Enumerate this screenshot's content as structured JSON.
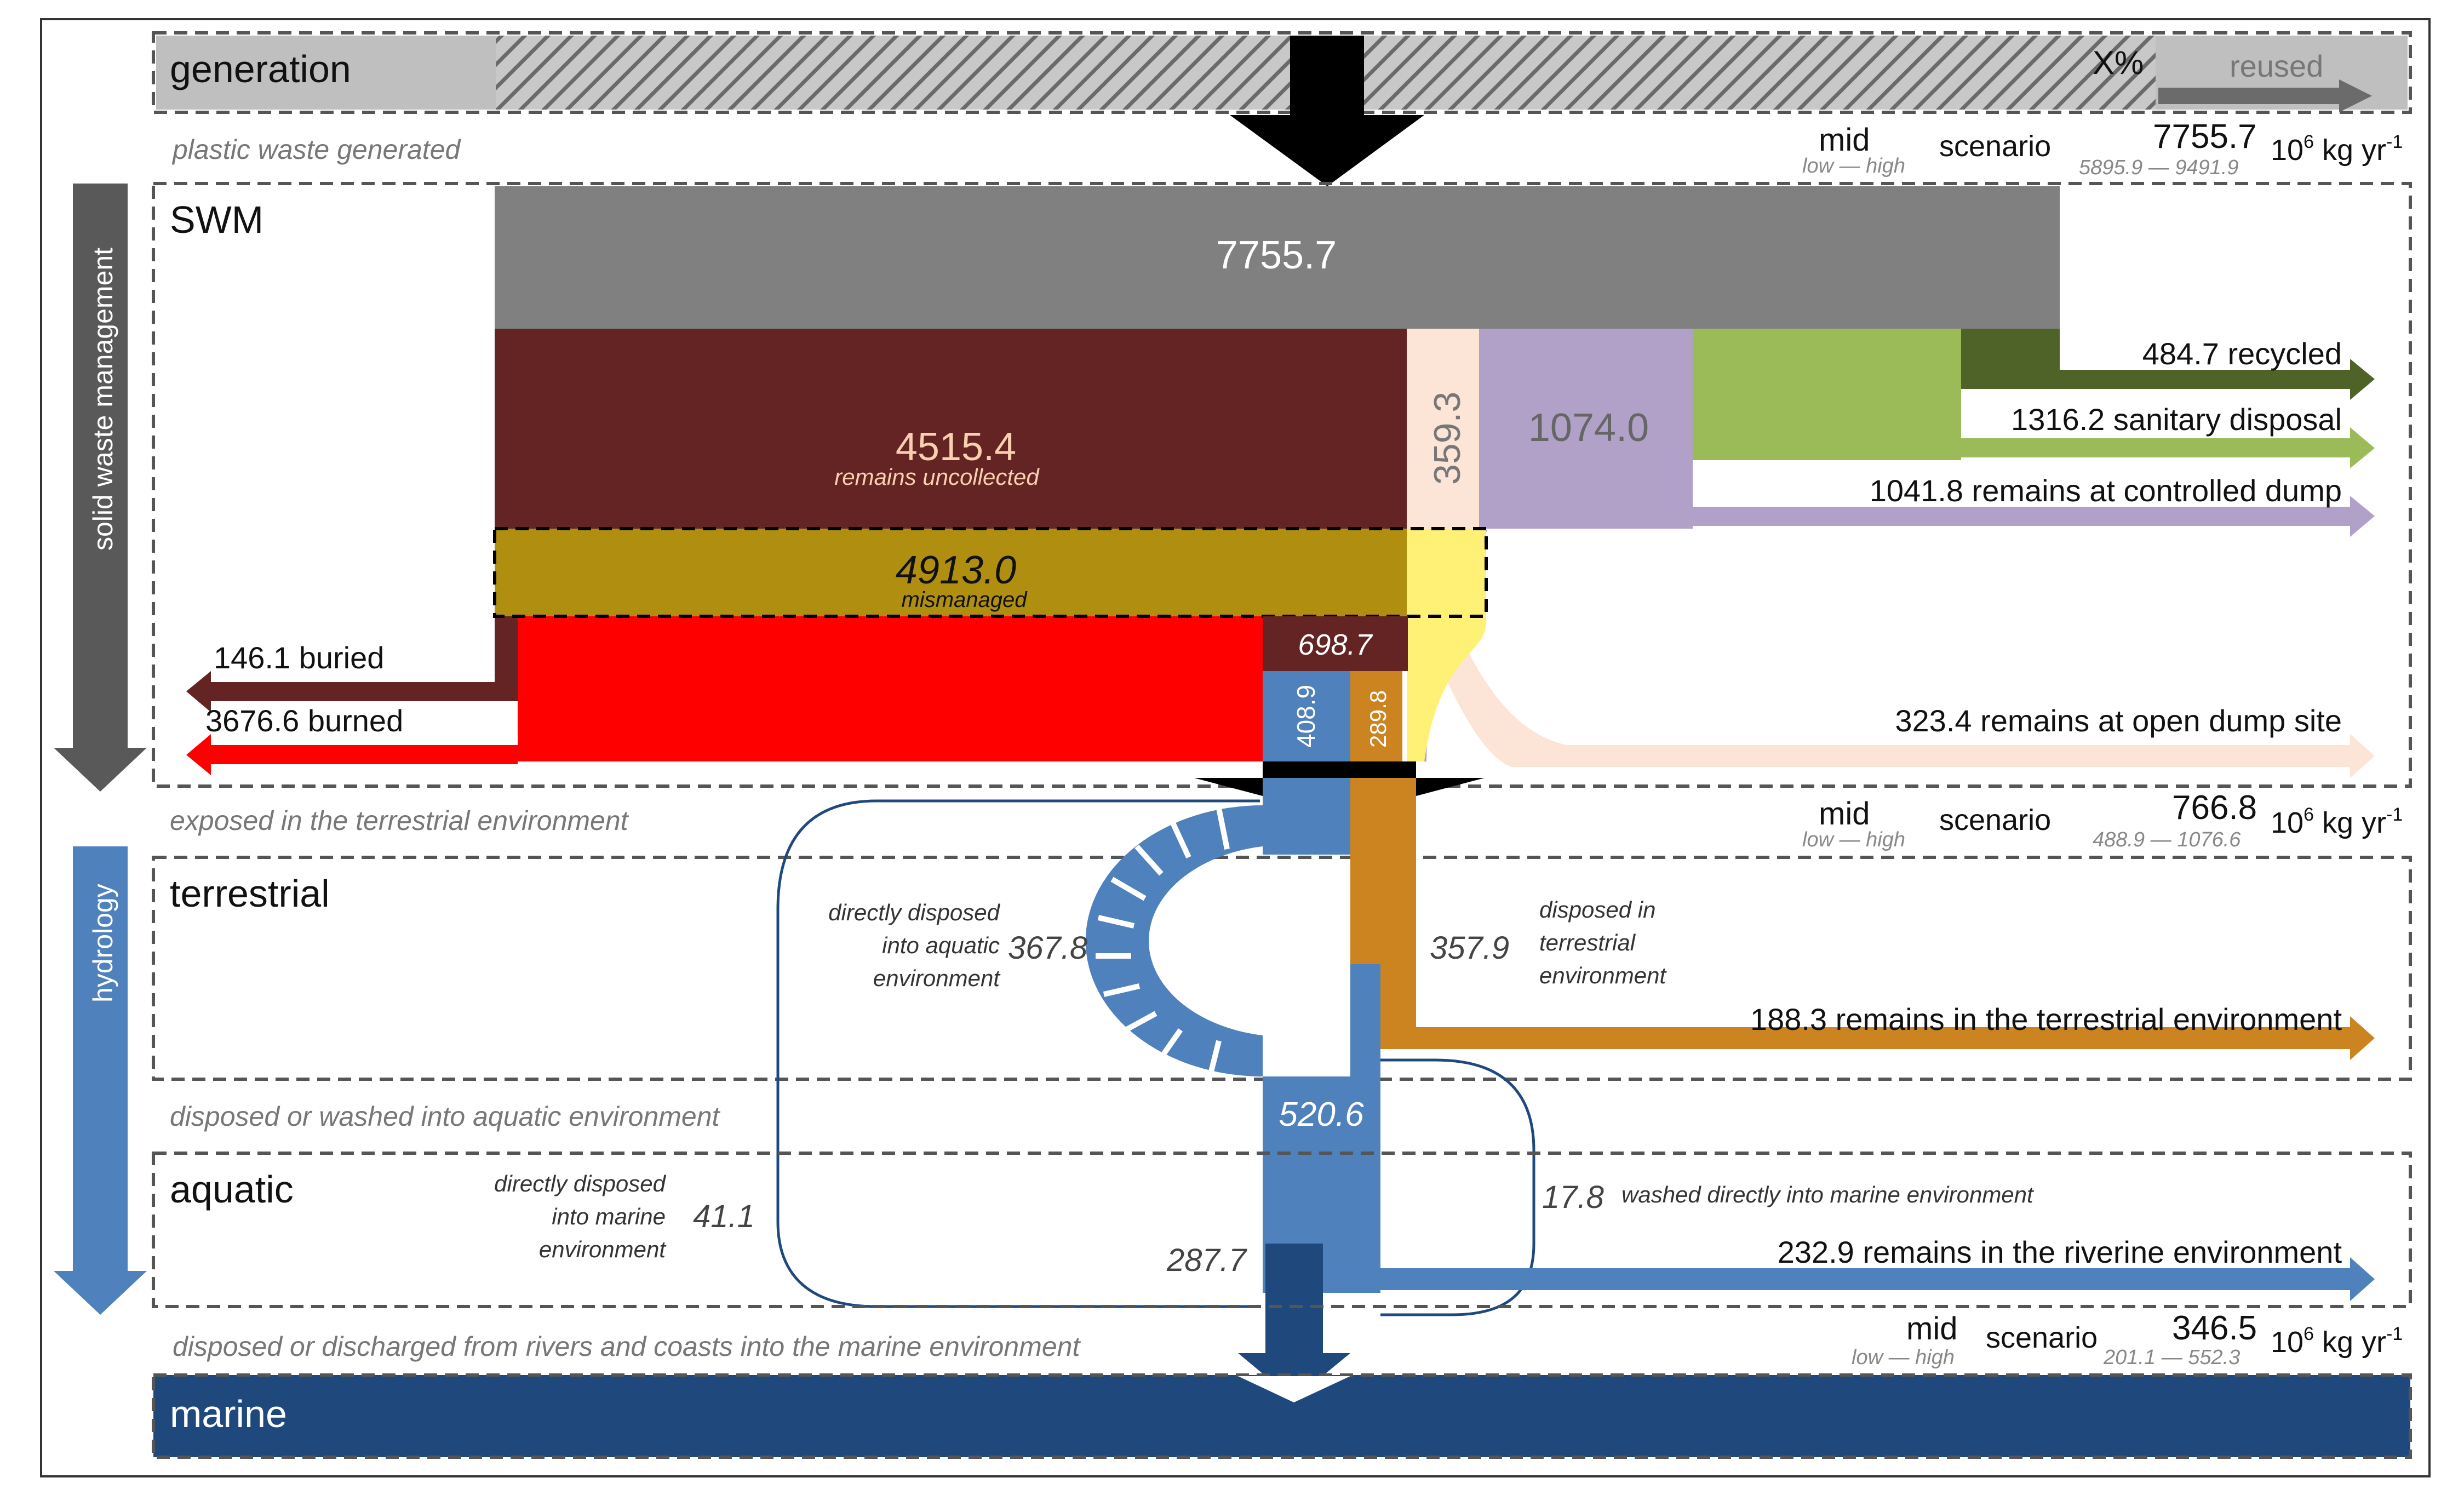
{
  "colors": {
    "gray_box": "#808080",
    "uncollected": "#642424",
    "cream": "#FCE4D6",
    "lavender": "#B1A0C7",
    "green": "#9BBB59",
    "dark_green": "#4F6228",
    "mismanaged": "#B08E10",
    "yellow": "#FFF176",
    "red": "#FF0000",
    "blue": "#4F81BD",
    "orange": "#CC8420",
    "navy": "#1F497D",
    "dark_gray": "#595959",
    "light_gray": "#BFBFBF"
  },
  "header": {
    "generation": "generation",
    "x_percent": "X%",
    "reused": "reused",
    "plastic_waste_generated": "plastic waste generated"
  },
  "scenarios": {
    "top": {
      "mid": "mid",
      "low_high": "low — high",
      "scenario": "scenario",
      "value": "7755.7",
      "range": "5895.9 — 9491.9",
      "unit_prefix": "10",
      "unit_exp": "6",
      "unit_suffix": " kg yr",
      "unit_exp2": "-1"
    },
    "terrestrial": {
      "mid": "mid",
      "low_high": "low — high",
      "scenario": "scenario",
      "value": "766.8",
      "range": "488.9 — 1076.6",
      "unit_prefix": "10",
      "unit_exp": "6",
      "unit_suffix": " kg yr",
      "unit_exp2": "-1"
    },
    "marine": {
      "mid": "mid",
      "low_high": "low — high",
      "scenario": "scenario",
      "value": "346.5",
      "range": "201.1 — 552.3",
      "unit_prefix": "10",
      "unit_exp": "6",
      "unit_suffix": " kg yr",
      "unit_exp2": "-1"
    }
  },
  "side": {
    "solid_waste_management": "solid waste management",
    "hydrology": "hydrology"
  },
  "sections": {
    "swm": "SWM",
    "terrestrial": "terrestrial",
    "aquatic": "aquatic",
    "marine": "marine"
  },
  "subtitles": {
    "exposed": "exposed in the terrestrial environment",
    "disposed_aquatic": "disposed or washed into aquatic environment",
    "disposed_marine": "disposed or discharged from rivers and coasts into the marine environment"
  },
  "swm": {
    "total": "7755.7",
    "uncollected_value": "4515.4",
    "uncollected_label": "remains uncollected",
    "cream_value": "359.3",
    "lavender_value": "1074.0",
    "mismanaged_value": "4913.0",
    "mismanaged_label": "mismanaged",
    "dark_value": "698.7",
    "blue_value": "408.9",
    "orange_value": "289.8"
  },
  "outflows": {
    "recycled": "484.7 recycled",
    "sanitary": "1316.2 sanitary disposal",
    "controlled_dump": "1041.8 remains at controlled dump",
    "open_dump": "323.4 remains at open dump site",
    "buried": "146.1 buried",
    "burned": "3676.6 burned",
    "terrestrial_remains": "188.3 remains in the terrestrial environment",
    "riverine_remains": "232.9 remains in the riverine environment"
  },
  "hydro": {
    "direct_aquatic_label_1": "directly disposed",
    "direct_aquatic_label_2": "into aquatic",
    "direct_aquatic_label_3": "environment",
    "direct_aquatic_value": "367.8",
    "terrestrial_value": "357.9",
    "disposed_terrestrial_1": "disposed in",
    "disposed_terrestrial_2": "terrestrial",
    "disposed_terrestrial_3": "environment",
    "aquatic_value": "520.6",
    "direct_marine_1": "directly disposed",
    "direct_marine_2": "into marine",
    "direct_marine_3": "environment",
    "direct_marine_value": "41.1",
    "washed_value": "17.8",
    "washed_label": "washed directly into marine environment",
    "marine_flow_value": "287.7"
  }
}
